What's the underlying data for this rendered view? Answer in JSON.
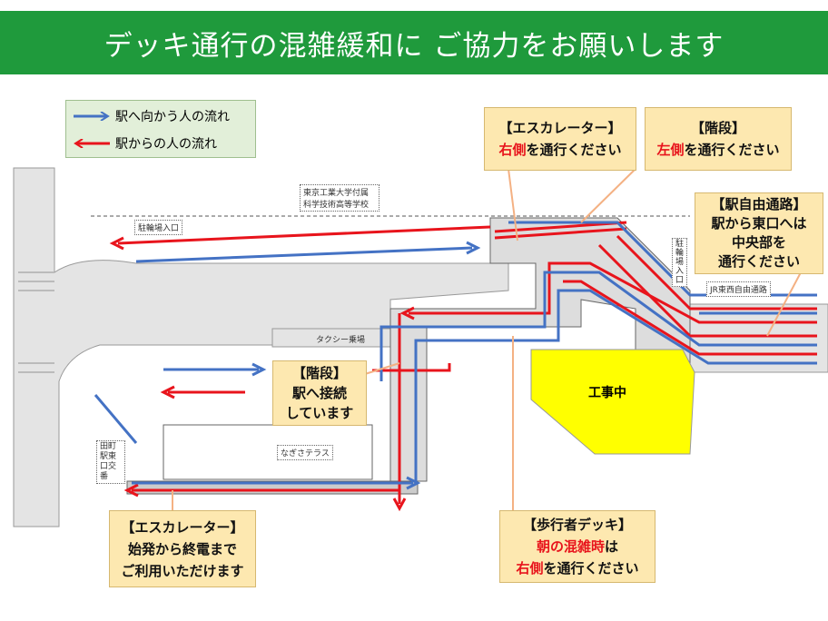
{
  "title": "デッキ通行の混雑緩和に ご協力をお願いします",
  "legend": {
    "to_station": "駅へ向かう人の流れ",
    "from_station": "駅からの人の流れ"
  },
  "colors": {
    "to_station": "#4472c4",
    "from_station": "#e8141c",
    "header": "#1f9a3c",
    "callout": "#fde8b0",
    "construction": "#ffff00"
  },
  "callouts": {
    "escalator_top": {
      "title": "【エスカレーター】",
      "hl": "右側",
      "rest": "を通行ください"
    },
    "stairs_top": {
      "title": "【階段】",
      "hl": "左側",
      "rest": "を通行ください"
    },
    "free_passage": {
      "title": "【駅自由通路】",
      "l1": "駅から東口へは",
      "l2": "中央部を",
      "l3": "通行ください"
    },
    "stairs_mid": {
      "title": "【階段】",
      "l1": "駅へ接続",
      "l2": "しています"
    },
    "escalator_bottom": {
      "title": "【エスカレーター】",
      "l1": "始発から終電まで",
      "l2": "ご利用いただけます"
    },
    "deck": {
      "title": "【歩行者デッキ】",
      "hl1": "朝の混雑時",
      "rest1": "は",
      "hl2": "右側",
      "rest2": "を通行ください"
    }
  },
  "map_labels": {
    "school": "東京工業大学付属 科学技術高等学校",
    "bike_entrance": "駐輪場入口",
    "bike_entrance_right": "駐輪場入口",
    "taxi": "タクシー乗場",
    "nagisa": "なぎさテラス",
    "koban": "田町駅東口交番",
    "jr_passage": "JR東西自由通路",
    "construction": "工事中"
  }
}
